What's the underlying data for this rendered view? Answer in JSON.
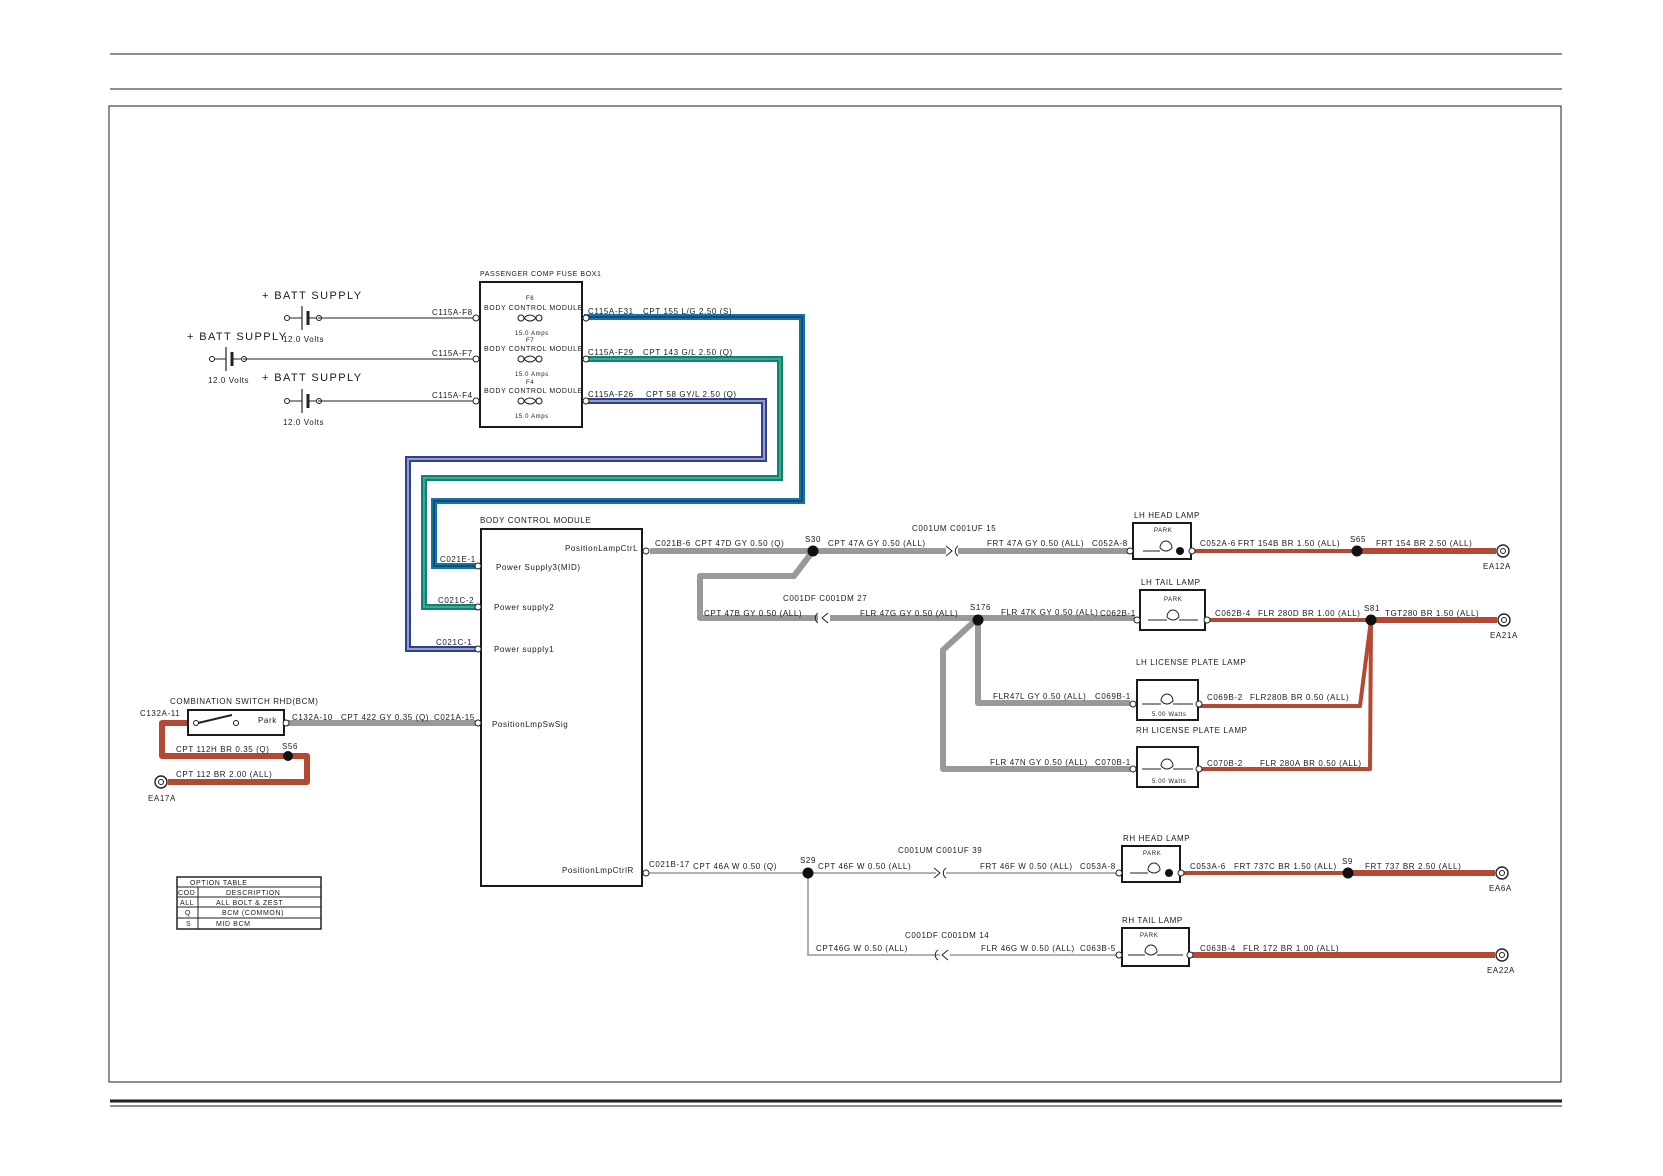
{
  "colors": {
    "gray_wire": "#999999",
    "brown_wire": "#b24a33",
    "blue_wire": "#2d3f96",
    "teal_wire": "#0b7d8f",
    "green_wire": "#2e9a5a",
    "border": "#1a1a1a"
  },
  "fuse_box": {
    "title": "PASSENGER COMP FUSE BOX1",
    "fuses": [
      {
        "id": "F8",
        "module": "BODY CONTROL MODULE",
        "rating": "15.0 Amps",
        "in_pin": "C115A-F8",
        "out_pin": "C115A-F31",
        "wire": "CPT  155 L/G 2.50 (S)"
      },
      {
        "id": "F7",
        "module": "BODY CONTROL MODULE",
        "rating": "15.0 Amps",
        "in_pin": "C115A-F7",
        "out_pin": "C115A-F29",
        "wire": "CPT  143 G/L 2.50 (Q)"
      },
      {
        "id": "F4",
        "module": "BODY CONTROL MODULE",
        "rating": "15.0 Amps",
        "in_pin": "C115A-F4",
        "out_pin": "C115A-F26",
        "wire": "CPT  58 GY/L 2.50 (Q)"
      }
    ]
  },
  "batteries": [
    {
      "label": "+ BATT SUPPLY",
      "volts": "12.0 Volts"
    },
    {
      "label": "+ BATT SUPPLY",
      "volts": "12.0 Volts"
    },
    {
      "label": "+ BATT SUPPLY",
      "volts": "12.0 Volts"
    }
  ],
  "bcm": {
    "title": "BODY CONTROL MODULE",
    "pins": [
      {
        "pin": "C021E-1",
        "label": "Power Supply3(MID)"
      },
      {
        "pin": "C021C-2",
        "label": "Power supply2"
      },
      {
        "pin": "C021C-1",
        "label": "Power supply1"
      },
      {
        "pin": "C021A-15",
        "label": "PositionLmpSwSig"
      }
    ],
    "out_left": "PositionLampCtrL",
    "out_right": "PositionLmpCtrlR"
  },
  "combo_switch": {
    "title": "COMBINATION SWITCH RHD(BCM)",
    "pin_left": "C132A-11",
    "pin_right": "C132A-10",
    "contact": "Park",
    "wire_out": "CPT 422 GY 0.35 (Q)",
    "wire_splice": "CPT 112H BR 0.35 (Q)",
    "splice": "S56",
    "wire_ground": "CPT 112 BR 2.00 (ALL)",
    "ground": "EA17A"
  },
  "left_circuit": {
    "bcm_pin": "C021B-6",
    "wire1": "CPT  47D GY 0.50 (Q)",
    "splice1": "S30",
    "wire2": "CPT  47A GY 0.50 (ALL)",
    "inline1": "C001UM  C001UF 15",
    "wire3": "FRT 47A GY 0.50 (ALL)",
    "inline2": "C001DF  C001DM 27",
    "wire4": "CPT  47B GY 0.50 (ALL)",
    "wire5": "FLR  47G GY 0.50 (ALL)",
    "splice2": "S176",
    "wire6": "FLR 47K GY 0.50 (ALL)",
    "wire7": "FLR47L GY 0.50 (ALL)",
    "wire8": "FLR 47N GY 0.50 (ALL)"
  },
  "right_circuit": {
    "bcm_pin": "C021B-17",
    "wire1": "CPT 46A W 0.50 (Q)",
    "splice1": "S29",
    "wire2": "CPT 46F W 0.50 (ALL)",
    "inline1": "C001UM  C001UF 39",
    "wire3": "FRT 46F W 0.50 (ALL)",
    "wire4": "CPT46G W 0.50 (ALL)",
    "inline2": "C001DF  C001DM 14",
    "wire5": "FLR 46G W 0.50 (ALL)"
  },
  "lamps": [
    {
      "name": "LH HEAD LAMP",
      "sub": "PARK",
      "pin_in": "C052A-8",
      "pin_out": "C052A-6",
      "wire_out": "FRT 154B BR 1.50 (ALL)",
      "splice": "S65",
      "wire_gnd": "FRT 154 BR 2.50 (ALL)",
      "ground": "EA12A"
    },
    {
      "name": "LH TAIL LAMP",
      "sub": "PARK",
      "pin_in": "C062B-1",
      "pin_out": "C062B-4",
      "wire_out": "FLR 280D BR 1.00 (ALL)",
      "splice": "S81",
      "wire_gnd": "TGT280 BR 1.50 (ALL)",
      "ground": "EA21A"
    },
    {
      "name": "LH LICENSE PLATE LAMP",
      "sub": "5.00 Watts",
      "pin_in": "C069B-1",
      "pin_out": "C069B-2",
      "wire_out": "FLR280B BR 0.50 (ALL)"
    },
    {
      "name": "RH LICENSE PLATE LAMP",
      "sub": "5.00 Watts",
      "pin_in": "C070B-1",
      "pin_out": "C070B-2",
      "wire_out": "FLR 280A BR 0.50 (ALL)"
    },
    {
      "name": "RH HEAD LAMP",
      "sub": "PARK",
      "pin_in": "C053A-8",
      "pin_out": "C053A-6",
      "wire_out": "FRT 737C BR 1.50 (ALL)",
      "splice": "S9",
      "wire_gnd": "FRT 737 BR 2.50 (ALL)",
      "ground": "EA6A"
    },
    {
      "name": "RH TAIL LAMP",
      "sub": "PARK",
      "pin_in": "C063B-5",
      "pin_out": "C063B-4",
      "wire_out": "FLR 172 BR 1.00 (ALL)",
      "ground": "EA22A"
    }
  ],
  "option_table": {
    "title": "OPTION TABLE",
    "headers": [
      "COD",
      "DESCRIPTION"
    ],
    "rows": [
      [
        "ALL",
        "ALL BOLT & ZEST"
      ],
      [
        "Q",
        "BCM (COMMON)"
      ],
      [
        "S",
        "MID BCM"
      ]
    ]
  }
}
